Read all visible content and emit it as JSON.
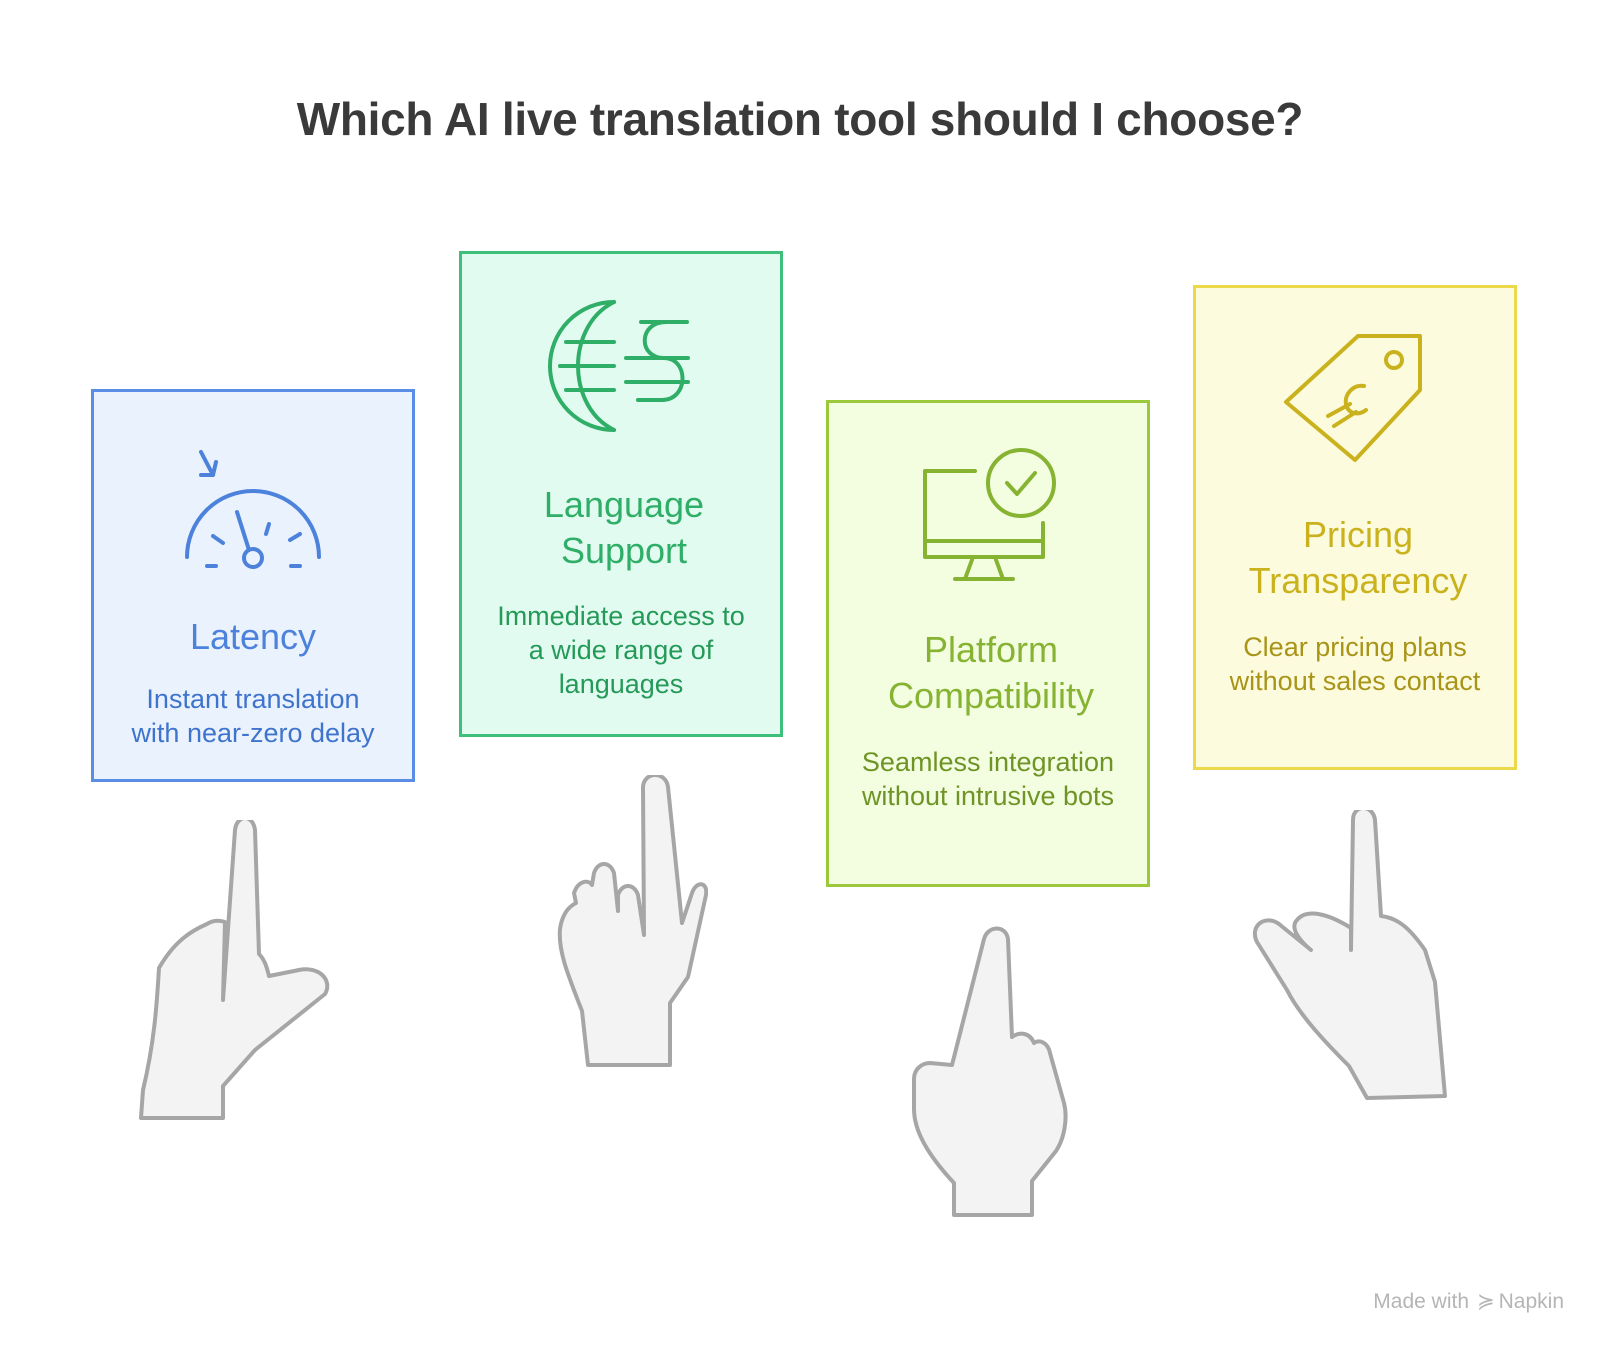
{
  "title": "Which AI live translation tool should I choose?",
  "cards": [
    {
      "heading": "Latency",
      "description": "Instant translation with near-zero delay",
      "icon": "speedometer-icon",
      "accent": "#5a8ee6",
      "background": "#eaf2fe"
    },
    {
      "heading": "Language Support",
      "description": "Immediate access to a wide range of languages",
      "icon": "globe-language-icon",
      "accent": "#3ec07a",
      "background": "#e2fbf0"
    },
    {
      "heading": "Platform Compatibility",
      "description": "Seamless integration without intrusive bots",
      "icon": "monitor-check-icon",
      "accent": "#9cc83c",
      "background": "#f3fde0"
    },
    {
      "heading": "Pricing Transparency",
      "description": "Clear pricing plans without sales contact",
      "icon": "price-tag-icon",
      "accent": "#ecd94a",
      "background": "#fdfbdd"
    }
  ],
  "watermark": {
    "prefix": "Made with",
    "brand": "Napkin"
  }
}
